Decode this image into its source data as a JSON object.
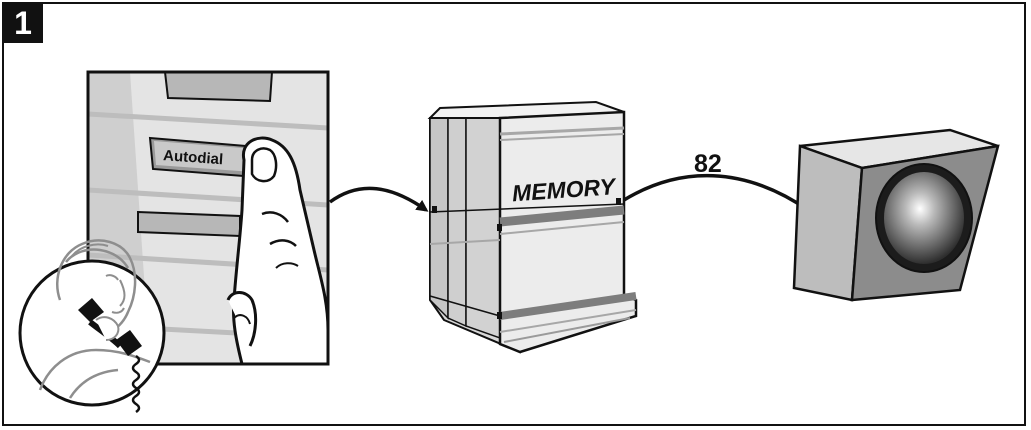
{
  "step": {
    "number": "1"
  },
  "phone_panel": {
    "button_label": "Autodial"
  },
  "memory_unit": {
    "label": "MEMORY"
  },
  "transmission": {
    "code": "82"
  },
  "icons": [
    "autodial-hand-icon",
    "person-on-phone-icon",
    "memory-unit-icon",
    "speaker-icon",
    "arrow-icon"
  ]
}
